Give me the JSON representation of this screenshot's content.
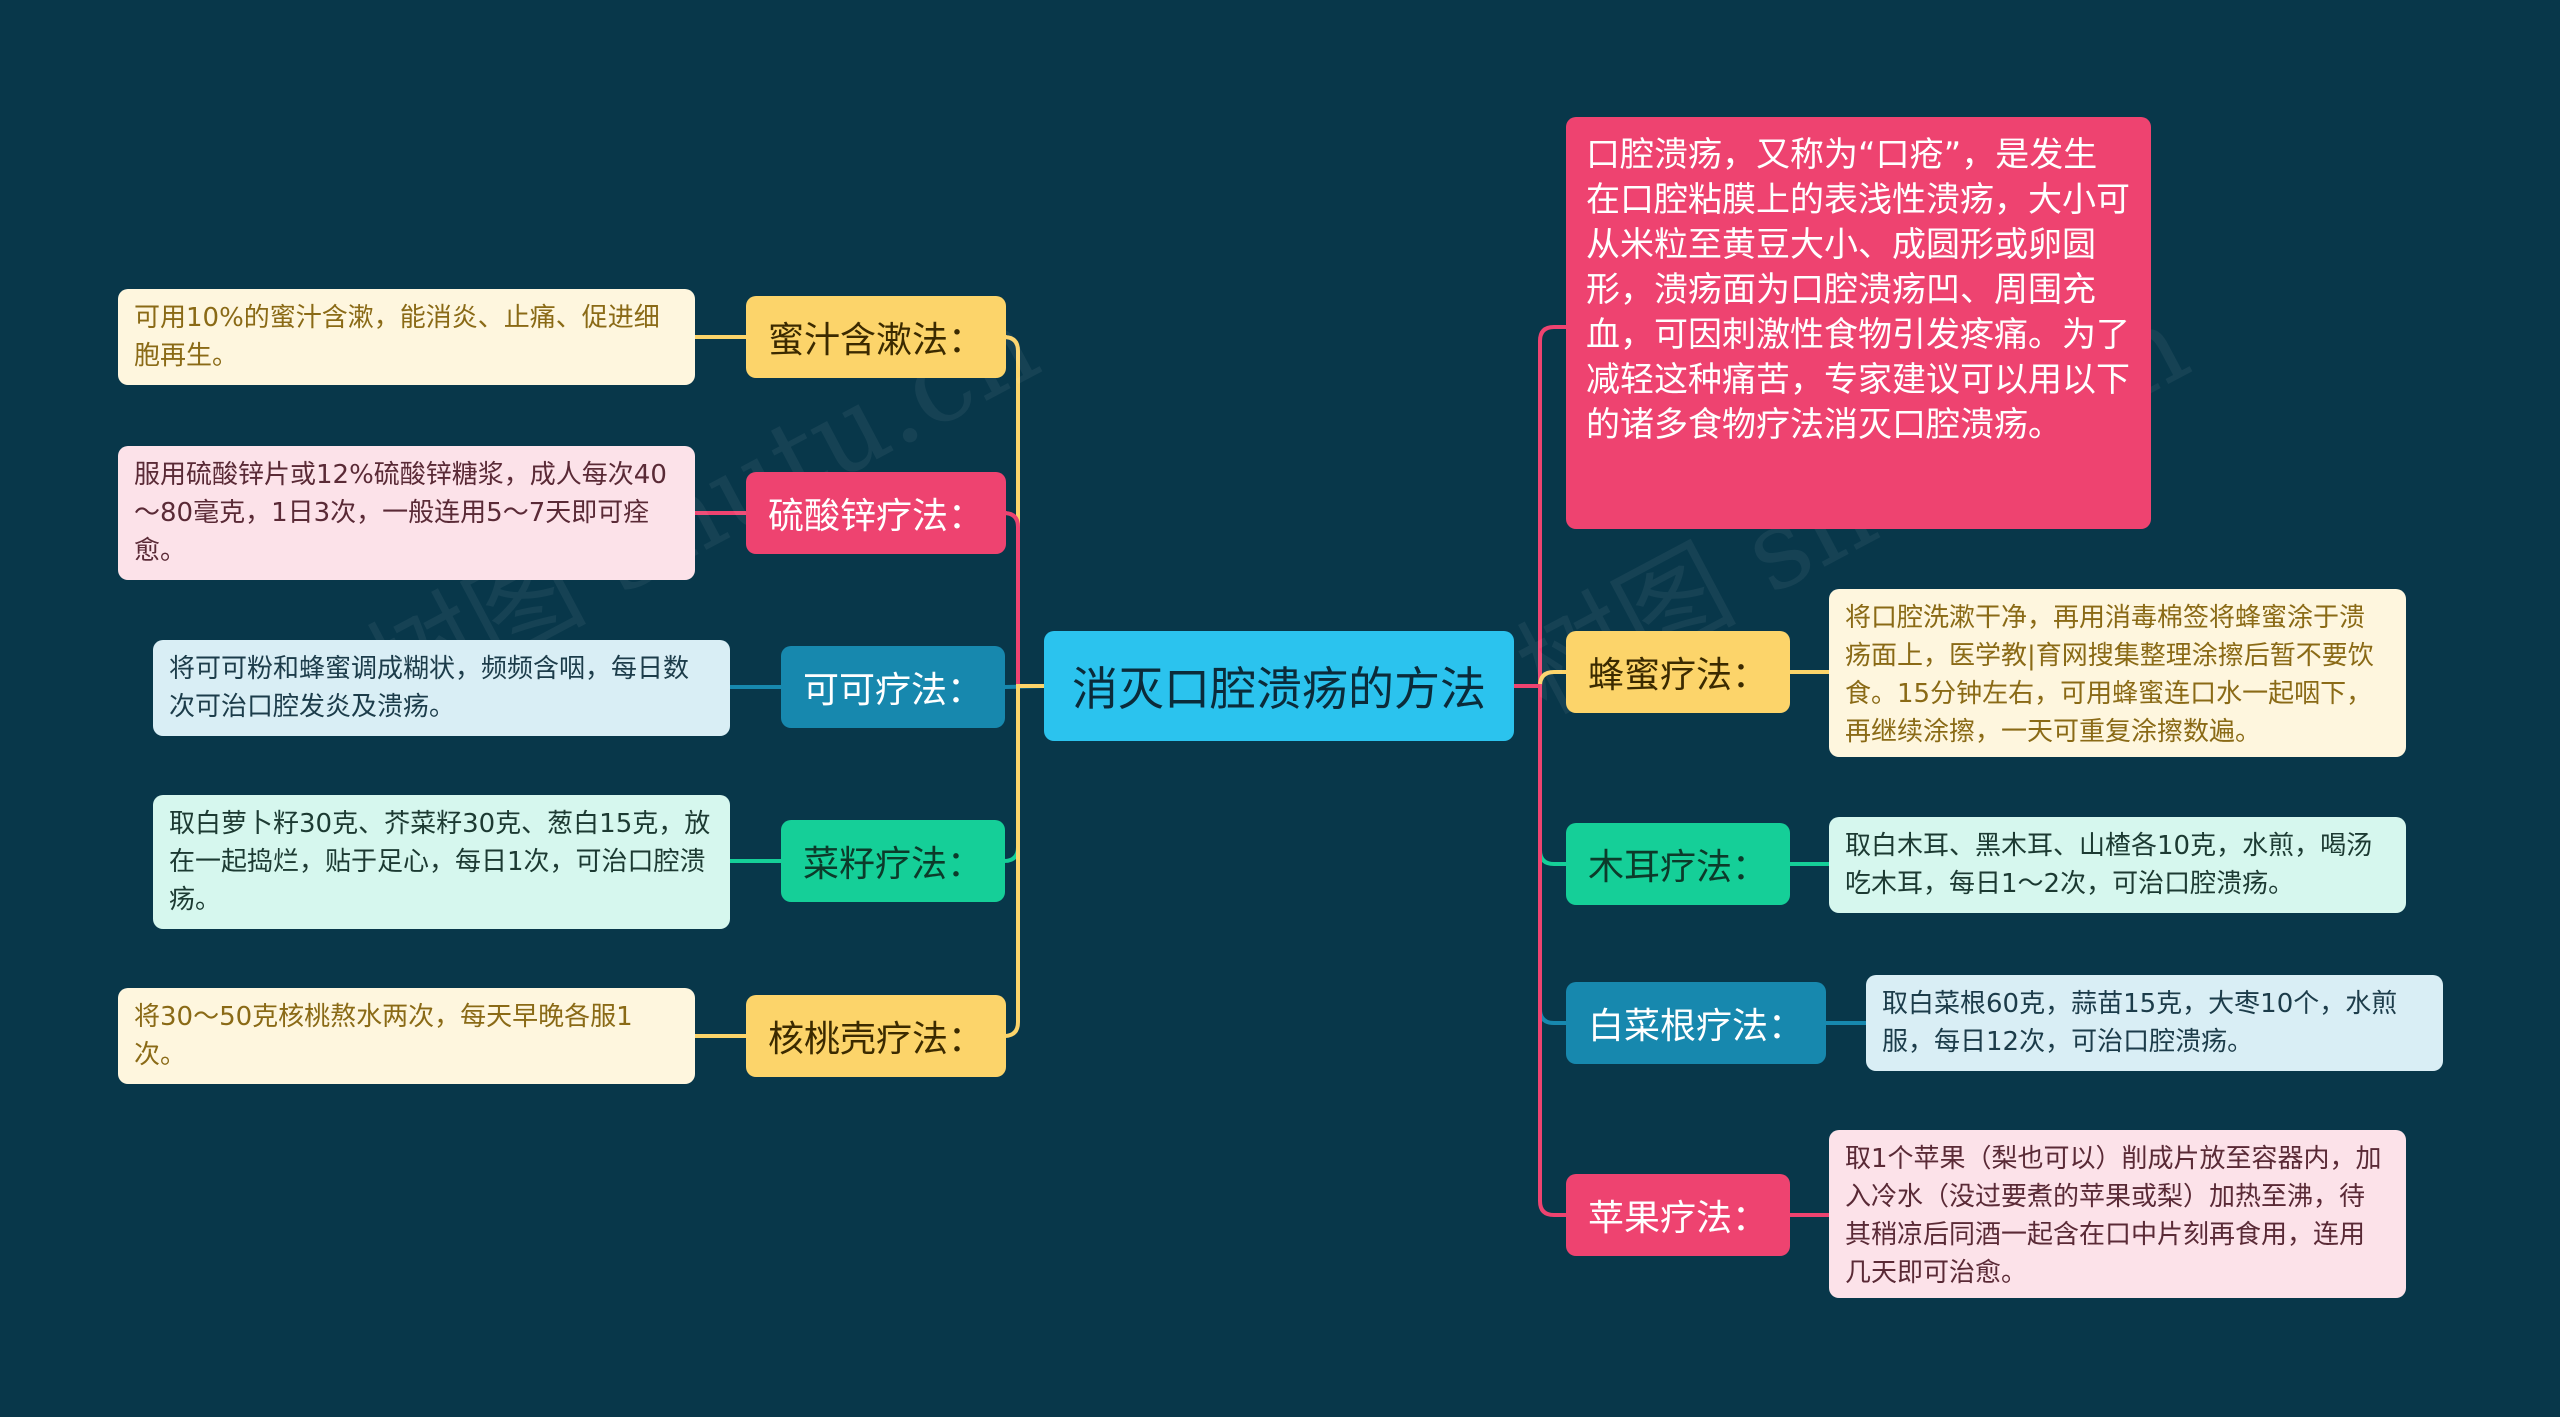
{
  "center": {
    "title": "消灭口腔溃疡的方法"
  },
  "intro": "口腔溃疡，又称为“口疮”，是发生在口腔粘膜上的表浅性溃疡，大小可从米粒至黄豆大小、成圆形或卵圆形，溃疡面为口腔溃疡凹、周围充血，可因刺激性食物引发疼痛。为了减轻这种痛苦，专家建议可以用以下的诸多食物疗法消灭口腔溃疡。",
  "left_branches": [
    {
      "label": "蜜汁含漱法：",
      "color": "yellow",
      "text": "可用10%的蜜汁含漱，能消炎、止痛、促进细胞再生。"
    },
    {
      "label": "硫酸锌疗法：",
      "color": "red",
      "text": "服用硫酸锌片或12%硫酸锌糖浆，成人每次40～80毫克，1日3次，一般连用5～7天即可痊愈。"
    },
    {
      "label": "可可疗法：",
      "color": "blue",
      "text": "将可可粉和蜂蜜调成糊状，频频含咽，每日数次可治口腔发炎及溃疡。"
    },
    {
      "label": "菜籽疗法：",
      "color": "green",
      "text": "取白萝卜籽30克、芥菜籽30克、葱白15克，放在一起捣烂，贴于足心，每日1次，可治口腔溃疡。"
    },
    {
      "label": "核桃壳疗法：",
      "color": "yellow",
      "text": "将30～50克核桃熬水两次，每天早晚各服1次。"
    }
  ],
  "right_branches": [
    {
      "label": "蜂蜜疗法：",
      "color": "yellow",
      "text": "将口腔洗漱干净，再用消毒棉签将蜂蜜涂于溃疡面上，医学教|育网搜集整理涂擦后暂不要饮食。15分钟左右，可用蜂蜜连口水一起咽下，再继续涂擦，一天可重复涂擦数遍。"
    },
    {
      "label": "木耳疗法：",
      "color": "green",
      "text": "取白木耳、黑木耳、山楂各10克，水煎，喝汤吃木耳，每日1～2次，可治口腔溃疡。"
    },
    {
      "label": "白菜根疗法：",
      "color": "blue",
      "text": "取白菜根60克，蒜苗15克，大枣10个，水煎服，每日12次，可治口腔溃疡。"
    },
    {
      "label": "苹果疗法：",
      "color": "red",
      "text": "取1个苹果（梨也可以）削成片放至容器内，加入冷水（没过要煮的苹果或梨）加热至沸，待其稍凉后同酒一起含在口中片刻再食用，连用几天即可治愈。"
    }
  ],
  "watermark": "树图 shutu.cn",
  "colors": {
    "background": "#08374a",
    "yellow": "#fcd46a",
    "red": "#ee4370",
    "blue": "#1788ae",
    "green": "#15cf98",
    "center": "#2bc3ee"
  }
}
